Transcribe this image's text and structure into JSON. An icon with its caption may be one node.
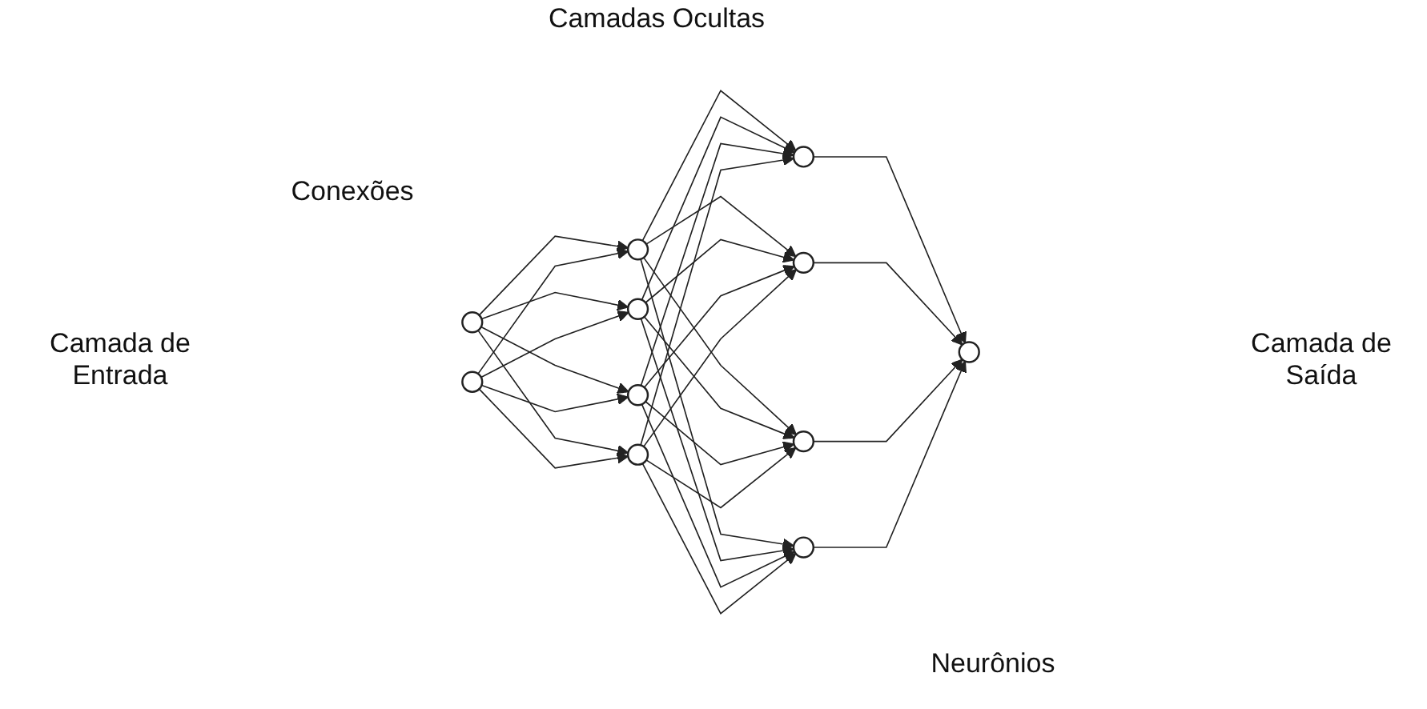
{
  "diagram": {
    "nodes": [
      {
        "text": [],
        "shape": "circle"
      },
      {
        "text": [],
        "shape": "circle"
      },
      {
        "text": [],
        "shape": "circle"
      },
      {
        "text": [],
        "shape": "circle"
      },
      {
        "text": [],
        "shape": "circle"
      },
      {
        "text": [],
        "shape": "circle"
      },
      {
        "text": [],
        "shape": "circle"
      },
      {
        "text": [],
        "shape": "circle"
      },
      {
        "text": [],
        "shape": "circle"
      },
      {
        "text": [],
        "shape": "circle"
      },
      {
        "text": [],
        "shape": "circle"
      }
    ],
    "edges": [
      {
        "from": 0,
        "to": 2,
        "arrow": "to"
      },
      {
        "from": 0,
        "to": 3,
        "arrow": "to"
      },
      {
        "from": 0,
        "to": 4,
        "arrow": "to"
      },
      {
        "from": 0,
        "to": 5,
        "arrow": "to"
      },
      {
        "from": 1,
        "to": 2,
        "arrow": "to"
      },
      {
        "from": 1,
        "to": 3,
        "arrow": "to"
      },
      {
        "from": 1,
        "to": 4,
        "arrow": "to"
      },
      {
        "from": 1,
        "to": 5,
        "arrow": "to"
      },
      {
        "from": 2,
        "to": 6,
        "arrow": "to"
      },
      {
        "from": 2,
        "to": 7,
        "arrow": "to"
      },
      {
        "from": 2,
        "to": 8,
        "arrow": "to"
      },
      {
        "from": 2,
        "to": 9,
        "arrow": "to"
      },
      {
        "from": 3,
        "to": 6,
        "arrow": "to"
      },
      {
        "from": 3,
        "to": 7,
        "arrow": "to"
      },
      {
        "from": 3,
        "to": 8,
        "arrow": "to"
      },
      {
        "from": 3,
        "to": 9,
        "arrow": "to"
      },
      {
        "from": 4,
        "to": 6,
        "arrow": "to"
      },
      {
        "from": 4,
        "to": 7,
        "arrow": "to"
      },
      {
        "from": 4,
        "to": 8,
        "arrow": "to"
      },
      {
        "from": 4,
        "to": 9,
        "arrow": "to"
      },
      {
        "from": 5,
        "to": 6,
        "arrow": "to"
      },
      {
        "from": 5,
        "to": 7,
        "arrow": "to"
      },
      {
        "from": 5,
        "to": 8,
        "arrow": "to"
      },
      {
        "from": 5,
        "to": 9,
        "arrow": "to"
      },
      {
        "from": 6,
        "to": 10,
        "arrow": "to"
      },
      {
        "from": 7,
        "to": 10,
        "arrow": "to"
      },
      {
        "from": 8,
        "to": 10,
        "arrow": "to"
      },
      {
        "from": 9,
        "to": 10,
        "arrow": "to"
      }
    ],
    "labels": [
      "Camadas Ocultas",
      "Conexões",
      "Camada de Entrada",
      "Camada de Saída",
      "Neurônios"
    ]
  }
}
